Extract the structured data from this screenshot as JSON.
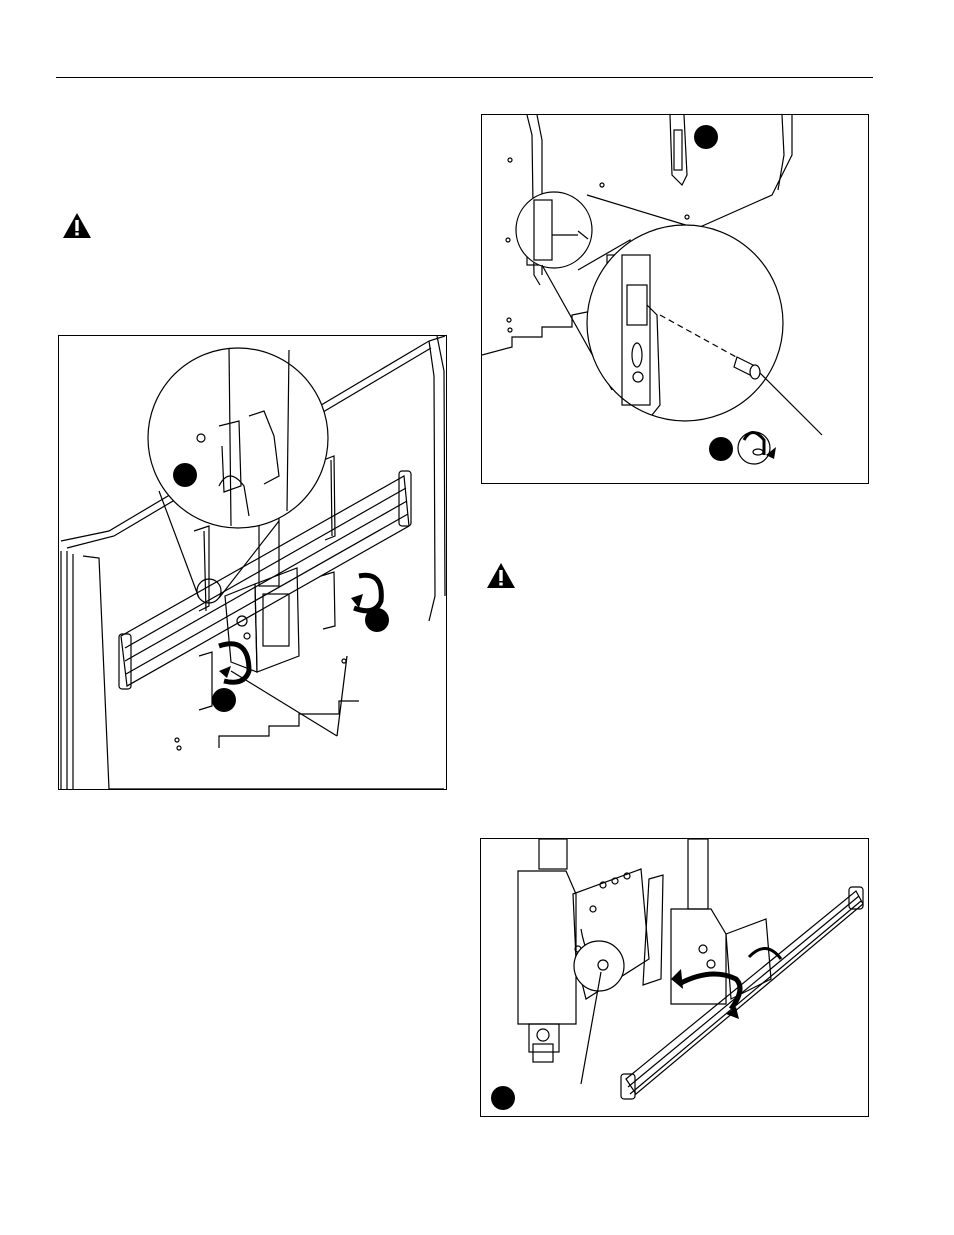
{
  "page": {
    "header_rule": true,
    "warning_icons": [
      "warning-triangle-icon",
      "warning-triangle-icon"
    ]
  },
  "figures": [
    {
      "id": "fig-display-latch",
      "icons": [
        "magnify-circle",
        "rotate-arrow-icon"
      ]
    },
    {
      "id": "fig-screw-install",
      "icons": [
        "magnify-circle",
        "screw-icon",
        "clockwise-tighten-icon"
      ]
    },
    {
      "id": "fig-rail-rotate",
      "icons": [
        "adapter-plate",
        "rotate-arrow-icon"
      ]
    }
  ],
  "colors": {
    "ink": "#000000",
    "paper": "#ffffff",
    "shade": "#d9d9d9"
  }
}
